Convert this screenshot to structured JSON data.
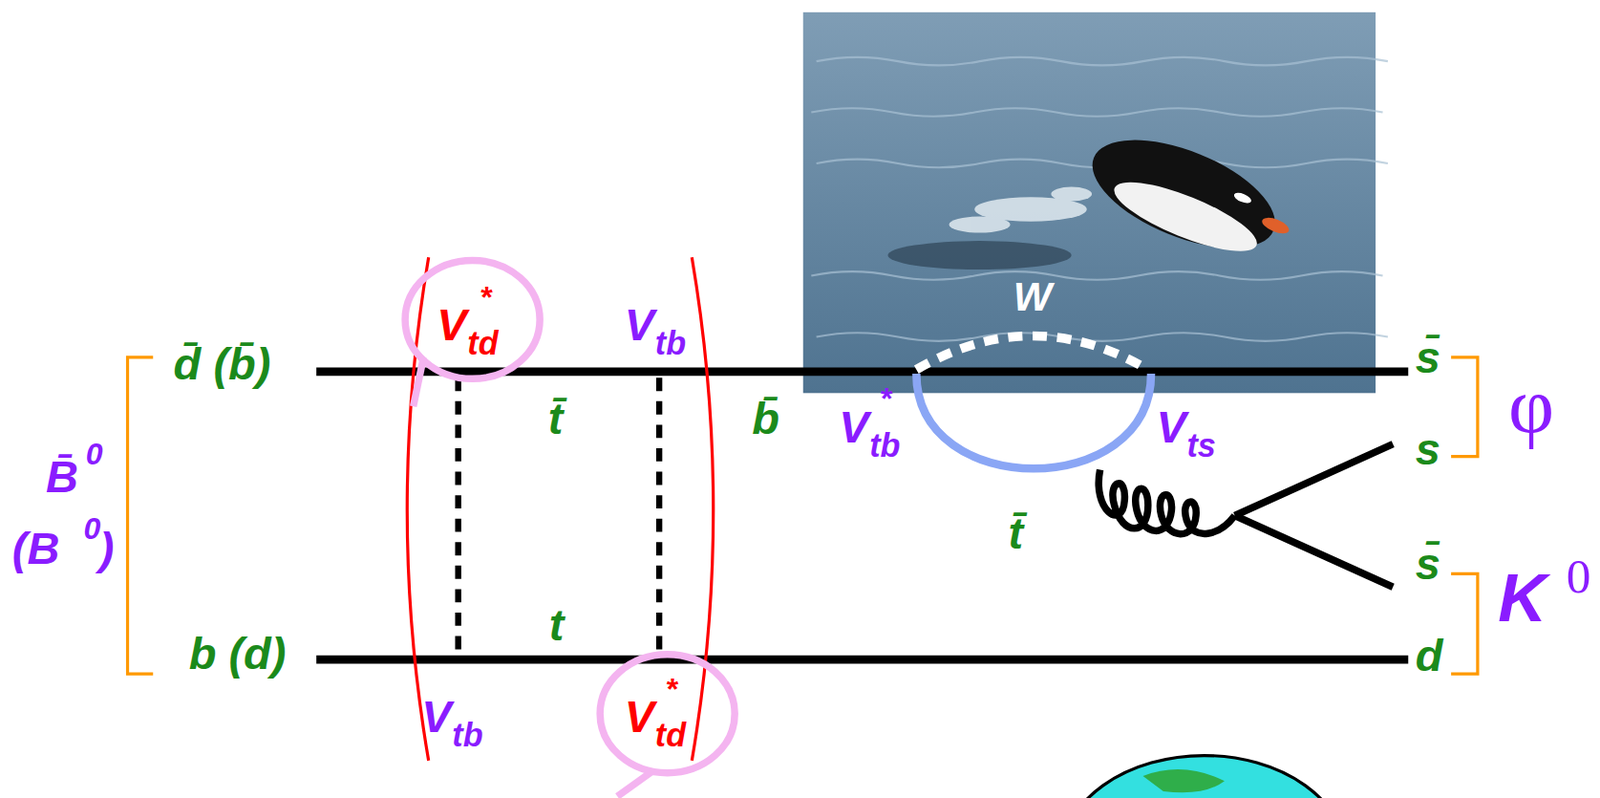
{
  "diagram": {
    "labels": [
      "d̄ (b̄)",
      "b (d)",
      "B̄",
      "0",
      "(B",
      "0",
      ")",
      "V",
      "td",
      "*",
      "V",
      "tb",
      "t̄",
      "b̄",
      "V",
      "*",
      "tb",
      "W",
      "V",
      "ts",
      "t̄",
      "t",
      "V",
      "tb",
      "V",
      "*",
      "td",
      "s̄",
      "s",
      "s̄",
      "d",
      "φ",
      "K",
      "0"
    ]
  }
}
